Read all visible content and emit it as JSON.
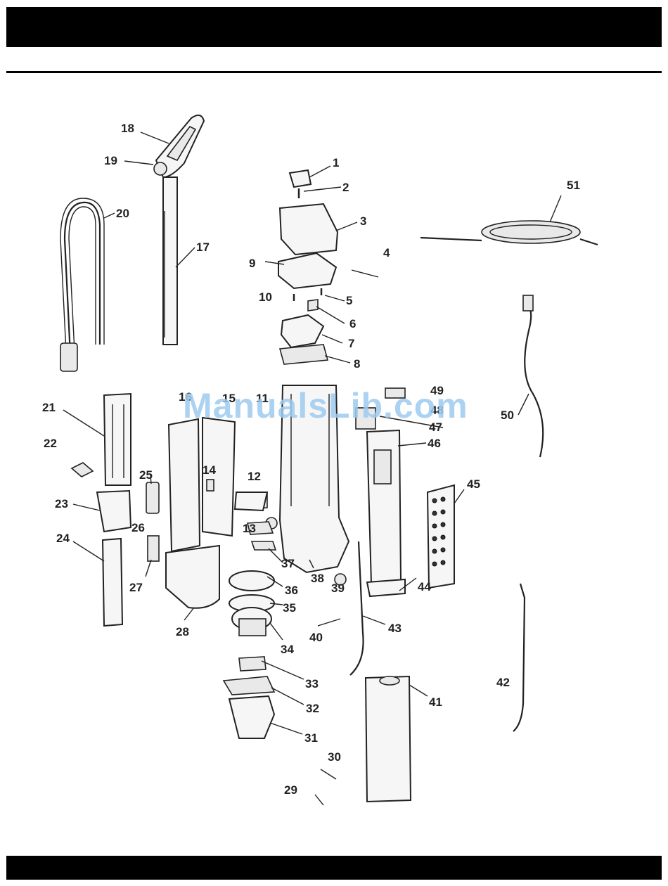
{
  "watermark": "ManualsLib.com",
  "labels": [
    "1",
    "2",
    "3",
    "4",
    "5",
    "6",
    "7",
    "8",
    "9",
    "10",
    "11",
    "12",
    "13",
    "14",
    "15",
    "16",
    "17",
    "18",
    "19",
    "20",
    "21",
    "22",
    "23",
    "24",
    "25",
    "26",
    "27",
    "28",
    "29",
    "30",
    "31",
    "32",
    "33",
    "34",
    "35",
    "36",
    "37",
    "38",
    "39",
    "40",
    "41",
    "42",
    "43",
    "44",
    "45",
    "46",
    "47",
    "48",
    "49",
    "50",
    "51"
  ]
}
